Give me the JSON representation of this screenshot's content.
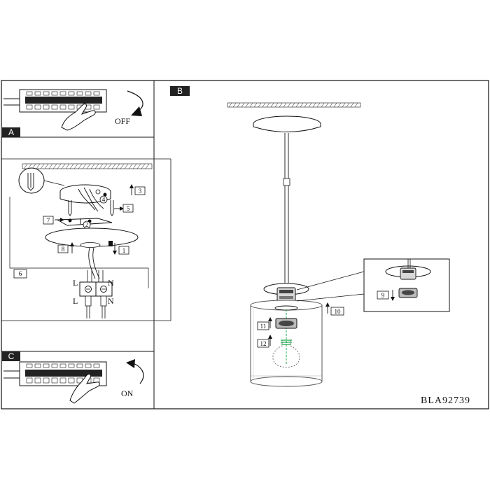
{
  "sections": {
    "a": {
      "badge": "A",
      "switch_label": "OFF"
    },
    "b": {
      "badge": "B"
    },
    "c": {
      "badge": "C",
      "switch_label": "ON"
    }
  },
  "wiring": {
    "step": "6",
    "top_left": "L",
    "top_right": "N",
    "bottom_left": "L",
    "bottom_right": "N"
  },
  "steps": {
    "s1": "1",
    "s2": "2",
    "s3": "3",
    "s4": "4",
    "s5": "5",
    "s7": "7",
    "s8": "8",
    "s9": "9",
    "s10": "10",
    "s11": "11",
    "s12": "12"
  },
  "model_code": "BLA92739",
  "colors": {
    "line": "#111111",
    "bulb": "#1aa84a",
    "glass": "#555555"
  }
}
